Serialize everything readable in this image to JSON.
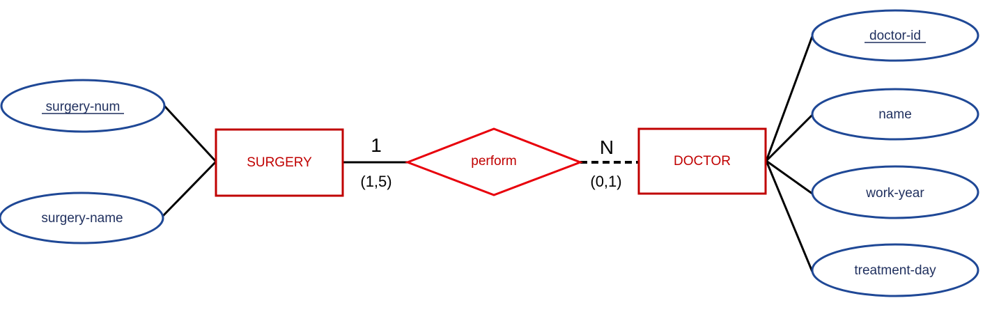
{
  "entities": {
    "surgery": "SURGERY",
    "doctor": "DOCTOR"
  },
  "relationship": {
    "label": "perform"
  },
  "surgery_attributes": {
    "num": "surgery-num",
    "name": "surgery-name"
  },
  "doctor_attributes": {
    "id": "doctor-id",
    "name": "name",
    "work_year": "work-year",
    "treatment_day": "treatment-day"
  },
  "cardinality": {
    "surgery_side": "1",
    "doctor_side": "N"
  },
  "constraints": {
    "surgery_side": "(1,5)",
    "doctor_side": "(0,1)"
  },
  "key_attributes": [
    "surgery-num",
    "doctor-id"
  ],
  "colors": {
    "attribute_outline": "#1f4896",
    "entity_outline": "#c00000",
    "relationship_outline": "#e8000b",
    "connector": "#000000"
  }
}
